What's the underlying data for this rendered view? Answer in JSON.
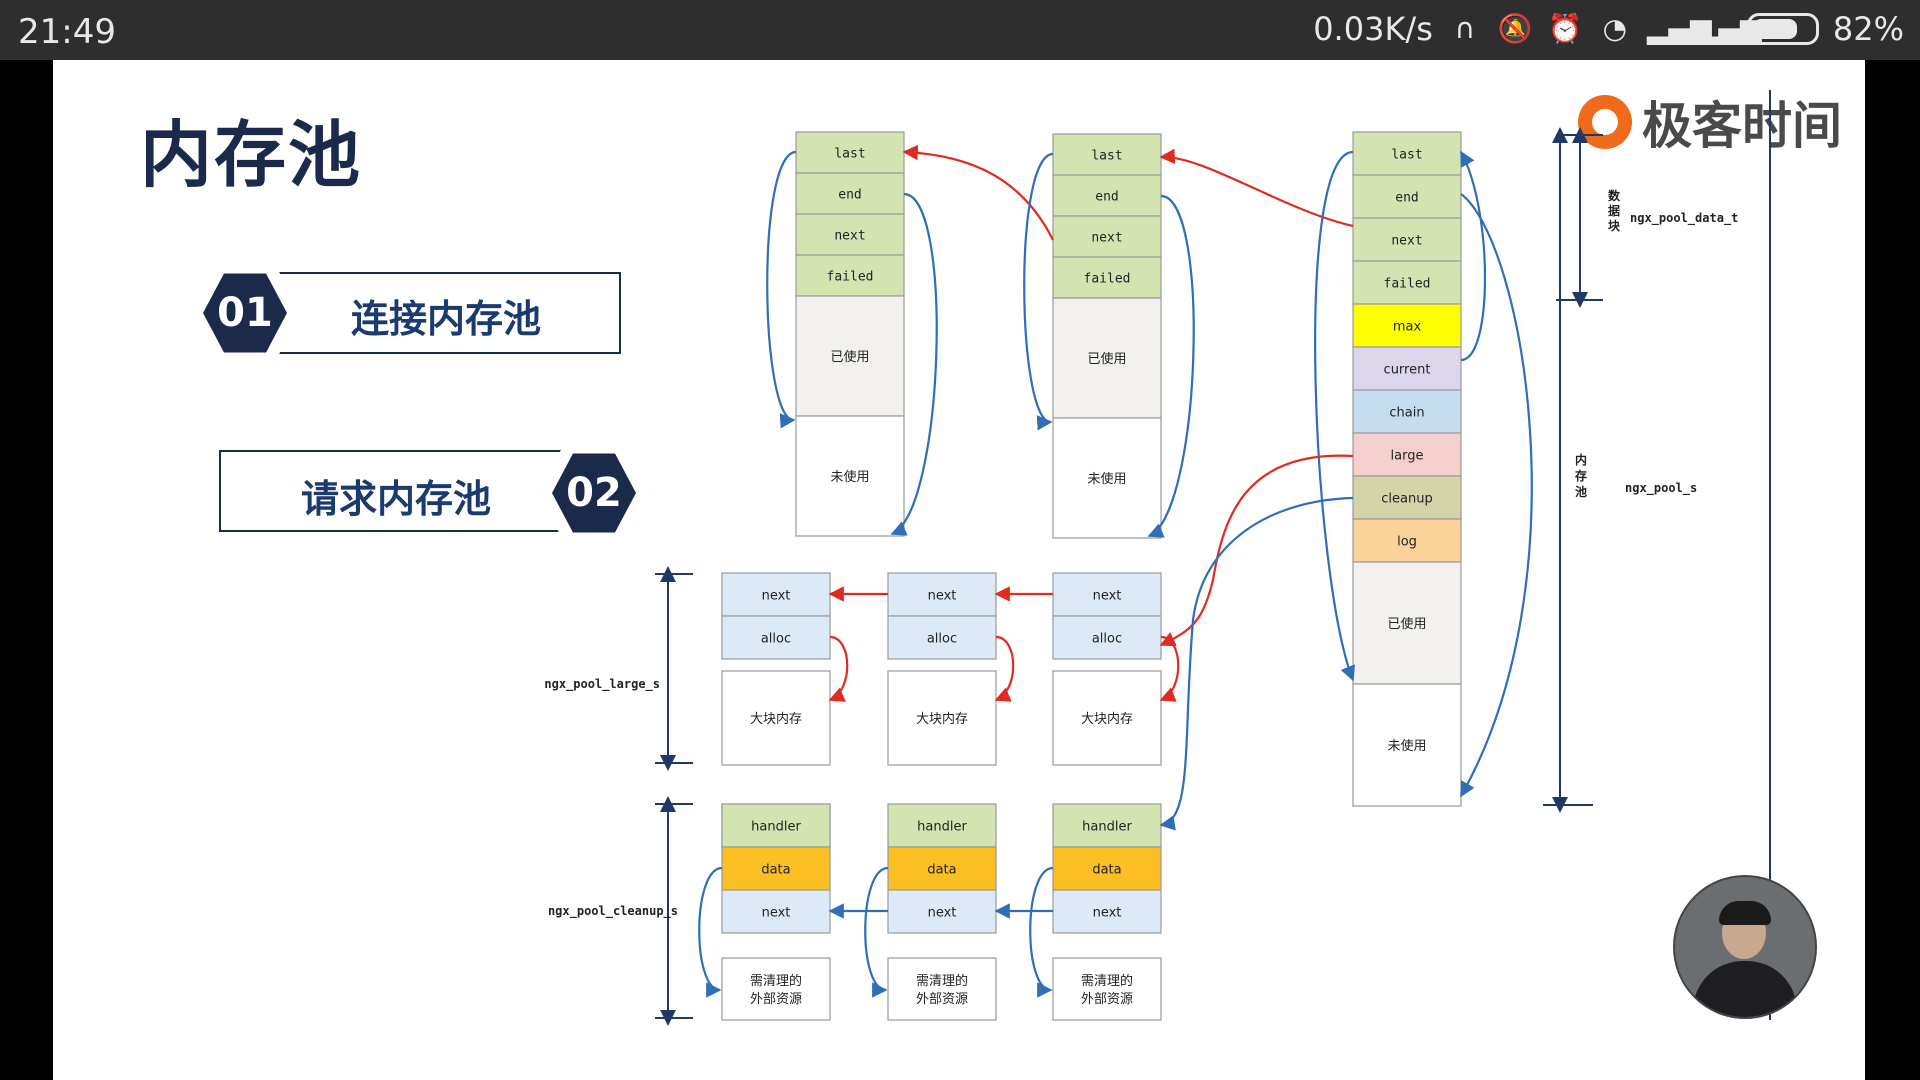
{
  "status_bar": {
    "time": "21:49",
    "speed": "0.03K/s",
    "battery": "82%",
    "battery_level": 0.82,
    "icons": [
      "headset-icon",
      "mute-icon",
      "alarm-icon",
      "wifi-icon",
      "signal-icon",
      "signal-icon",
      "battery-icon"
    ]
  },
  "slide": {
    "title": "内存池",
    "brand": "极客时间",
    "sections": [
      {
        "number": "01",
        "label": "连接内存池"
      },
      {
        "number": "02",
        "label": "请求内存池"
      }
    ]
  },
  "diagram": {
    "pool_small_fields": [
      "last",
      "end",
      "next",
      "failed"
    ],
    "used": "已使用",
    "unused": "未使用",
    "pool_full_fields": [
      "last",
      "end",
      "next",
      "failed",
      "max",
      "current",
      "chain",
      "large",
      "cleanup",
      "log"
    ],
    "large_fields": [
      "next",
      "alloc"
    ],
    "large_block": "大块内存",
    "cleanup_fields": [
      "handler",
      "data",
      "next"
    ],
    "cleanup_block": "需清理的 外部资源",
    "labels": {
      "data_block_cn": "数据块",
      "data_block_type": "ngx_pool_data_t",
      "pool_cn": "内存池",
      "pool_type": "ngx_pool_s",
      "large_type": "ngx_pool_large_s",
      "cleanup_type": "ngx_pool_cleanup_s"
    },
    "colors": {
      "header": "#d4e4b0",
      "max": "#ffff00",
      "current": "#dcd6ec",
      "chain": "#c6dcf0",
      "large": "#f4d0cc",
      "cleanup": "#d4d4a8",
      "log": "#fbd29a",
      "used": "#f3f1ee",
      "cell_blue": "#dce9f6",
      "data_orange": "#fbbf24",
      "handler": "#d4e4b0",
      "arrow_red": "#e02b20",
      "arrow_blue": "#2e6fb7"
    }
  }
}
